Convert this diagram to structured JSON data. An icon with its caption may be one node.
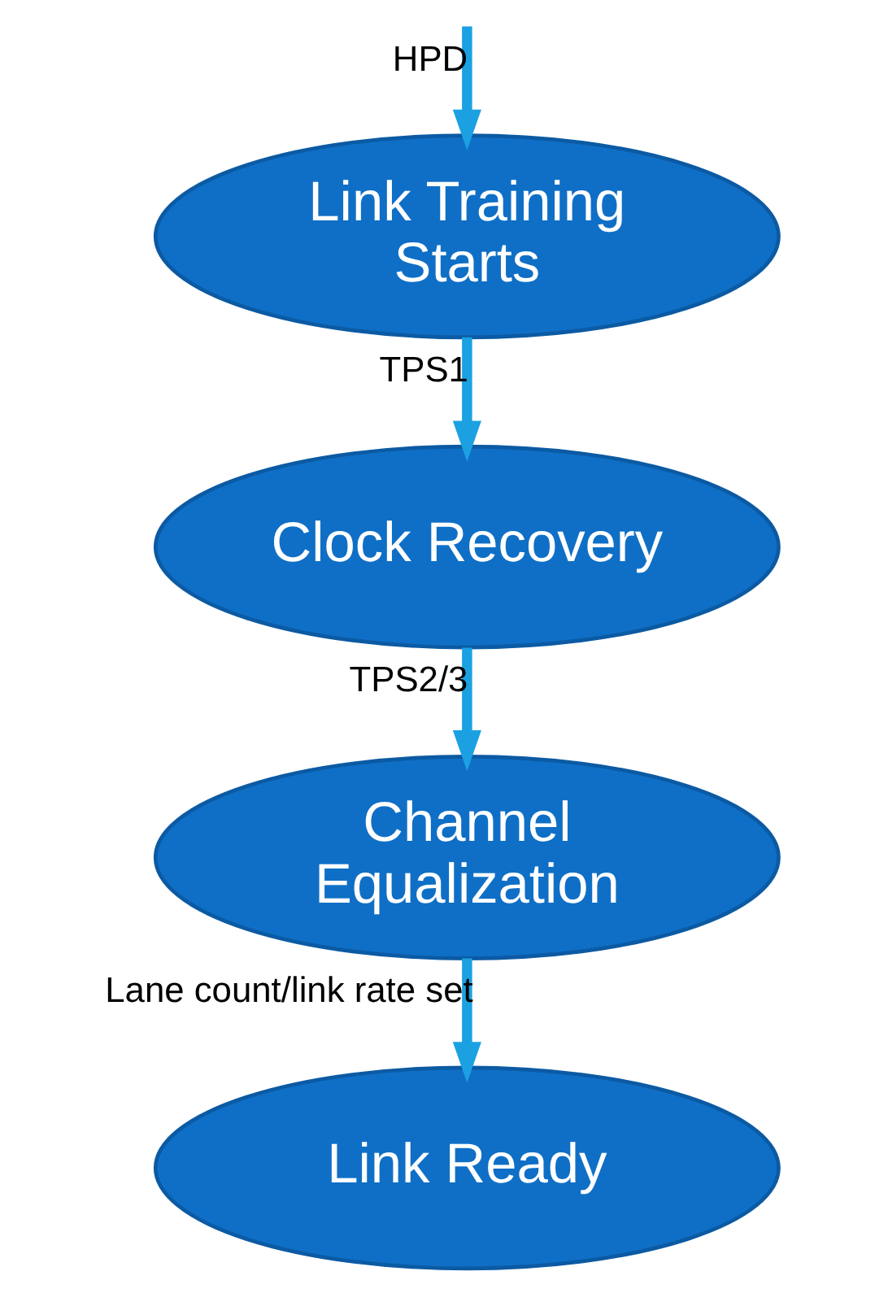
{
  "diagram": {
    "nodes": [
      {
        "text": [
          "Link Training Starts"
        ]
      },
      {
        "text": [
          "Clock Recovery"
        ]
      },
      {
        "text": [
          "Channel Equalization"
        ]
      },
      {
        "text": [
          "Link Ready"
        ]
      }
    ],
    "edges": [
      {
        "from": null,
        "to": 0,
        "arrow": "to",
        "label": "HPD"
      },
      {
        "from": 0,
        "to": 1,
        "arrow": "to",
        "label": "TPS1"
      },
      {
        "from": 1,
        "to": 2,
        "arrow": "to",
        "label": "TPS2/3"
      },
      {
        "from": 2,
        "to": 3,
        "arrow": "to",
        "label": "Lane count/link rate set"
      }
    ]
  }
}
